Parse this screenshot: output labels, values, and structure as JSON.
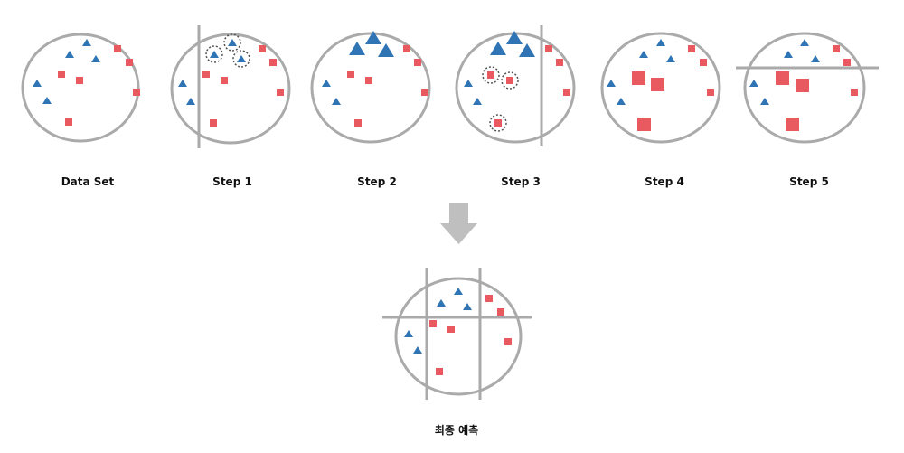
{
  "labels": {
    "data_set": "Data Set",
    "step1": "Step 1",
    "step2": "Step 2",
    "step3": "Step 3",
    "step4": "Step 4",
    "step5": "Step 5",
    "final": "최종 예측"
  },
  "colors": {
    "triangle": "#2f74b5",
    "square": "#e85a5f",
    "outline": "#aaaaaa",
    "arrow": "#bfbfbf",
    "highlight": "#555555"
  },
  "shapes": {
    "triangle": "blue-triangle",
    "square": "red-square"
  }
}
